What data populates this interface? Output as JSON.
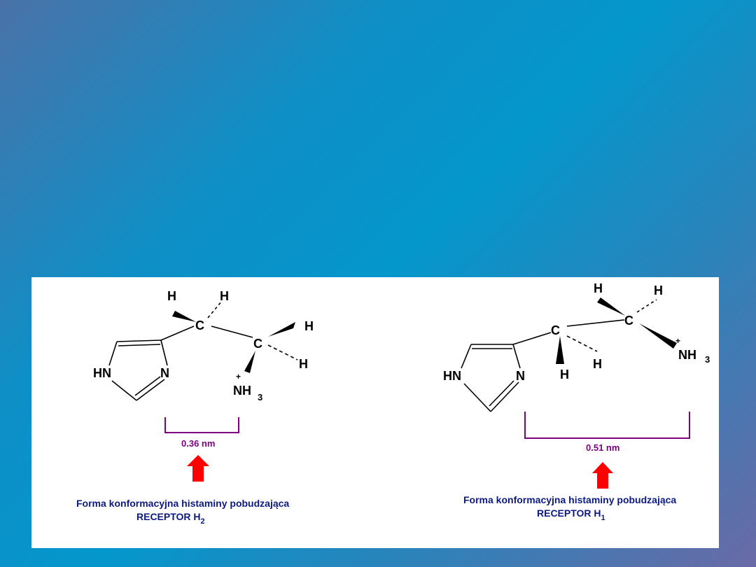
{
  "colors": {
    "bracket": "#800080",
    "arrow": "#ff0000",
    "caption": "#0c1a80",
    "bond": "#000000"
  },
  "atoms": {
    "hydrogen": "H",
    "carbon": "C",
    "ring_nh": "HN",
    "ring_n": "N",
    "amine_n": "NH",
    "amine_sub": "3",
    "charge": "+"
  },
  "left": {
    "distance": "0.36 nm",
    "caption_line1": "Forma konformacyjna histaminy pobudzająca",
    "caption_line2": "RECEPTOR   H",
    "caption_sub": "2"
  },
  "right": {
    "distance": "0.51 nm",
    "caption_line1": "Forma konformacyjna histaminy pobudzająca",
    "caption_line2": "RECEPTOR   H",
    "caption_sub": "1"
  }
}
